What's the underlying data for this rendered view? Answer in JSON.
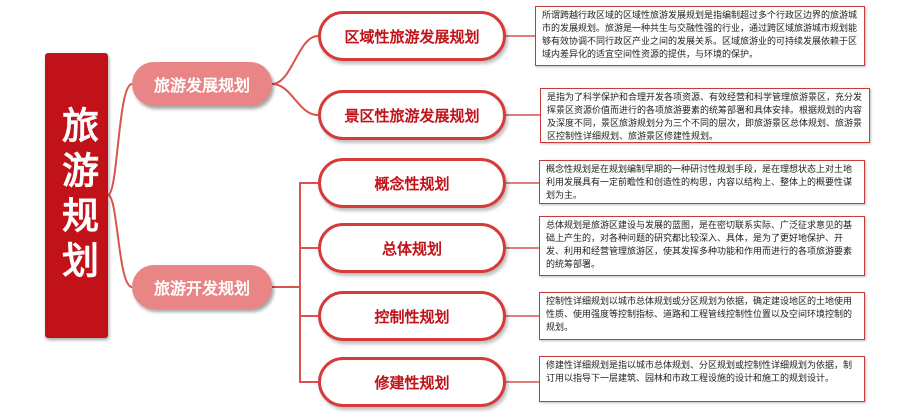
{
  "root": {
    "label": "旅游规划"
  },
  "branches": [
    {
      "label": "旅游发展规划",
      "children": [
        {
          "label": "区域性旅游发展规划",
          "description": "所谓跨越行政区域的区域性旅游发展规划是指编制超过多个行政区边界的旅游城市的发展规划。旅游是一种共生与交融性强的行业，通过跨区域旅游城市规划能够有效协调不同行政区产业之间的发展关系。区域旅游业的可持续发展依赖于区域内差异化的适宜空间性资源的提供，与环境的保护。"
        },
        {
          "label": "景区性旅游发展规划",
          "description": "是指为了科学保护和合理开发各项资源、有效经营和科学管理旅游景区，充分发挥景区资源价值而进行的各项旅游要素的统筹部署和具体安排。根据规划的内容及深度不同，景区旅游规划分为三个不同的层次，即旅游景区总体规划、旅游景区控制性详细规划、旅游景区修建性规划。"
        }
      ]
    },
    {
      "label": "旅游开发规划",
      "children": [
        {
          "label": "概念性规划",
          "description": "概念性规划是在规划编制早期的一种研讨性规划手段，是在理想状态上对土地利用发展具有一定前瞻性和创造性的构思，内容以结构上、整体上的概要性谋划为主。"
        },
        {
          "label": "总体规划",
          "description": "总体规划是旅游区建设与发展的蓝图，是在密切联系实际、广泛征求意见的基础上产生的，对各种问题的研究都比较深入、具体，是为了更好地保护、开发、利用和经营管理旅游区，使其发挥多种功能和作用而进行的各项旅游要素的统筹部署。"
        },
        {
          "label": "控制性规划",
          "description": "控制性详细规划以城市总体规划或分区规划为依据，确定建设地区的土地使用性质、使用强度等控制指标、道路和工程管线控制性位置以及空间环境控制的规划。"
        },
        {
          "label": "修建性规划",
          "description": "修建性详细规划是指以城市总体规划、分区规划或控制性详细规划为依据，制订用以指导下一层建筑、园林和市政工程设施的设计和施工的规划设计。"
        }
      ]
    }
  ]
}
